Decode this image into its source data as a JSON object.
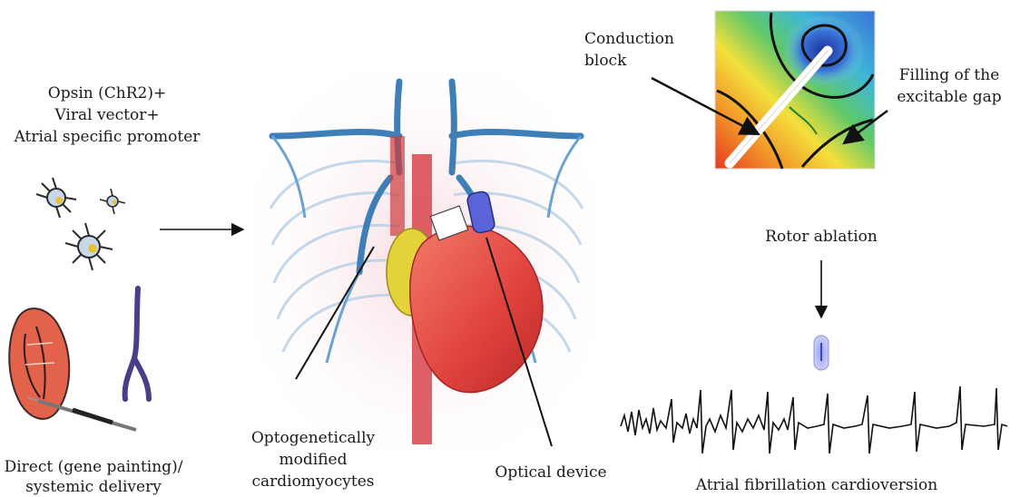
{
  "labels": {
    "opsin_line1": "Opsin (ChR2)+",
    "opsin_line2": "Viral vector+",
    "opsin_line3": "Atrial specific promoter",
    "delivery_line1": "Direct (gene painting)/",
    "delivery_line2": "systemic delivery",
    "opto_line1": "Optogenetically",
    "opto_line2": "modified",
    "opto_line3": "cardiomyocytes",
    "optical_device": "Optical device",
    "conduction_line1": "Conduction",
    "conduction_line2": "block",
    "filling_line1": "Filling of the",
    "filling_line2": "excitable gap",
    "rotor_ablation": "Rotor ablation",
    "af_cardioversion": "Atrial fibrillation cardioversion"
  },
  "colors": {
    "arrow": "#111111",
    "heart_red": "#e0413c",
    "atrium_yellow": "#e3d23a",
    "vessel_blue": "#3e7fb8",
    "device_blue": "#5a64d8",
    "map_red": "#e63a20",
    "map_yellow": "#f3e03b",
    "map_green": "#5fc86a",
    "map_blue": "#3a74d8"
  }
}
